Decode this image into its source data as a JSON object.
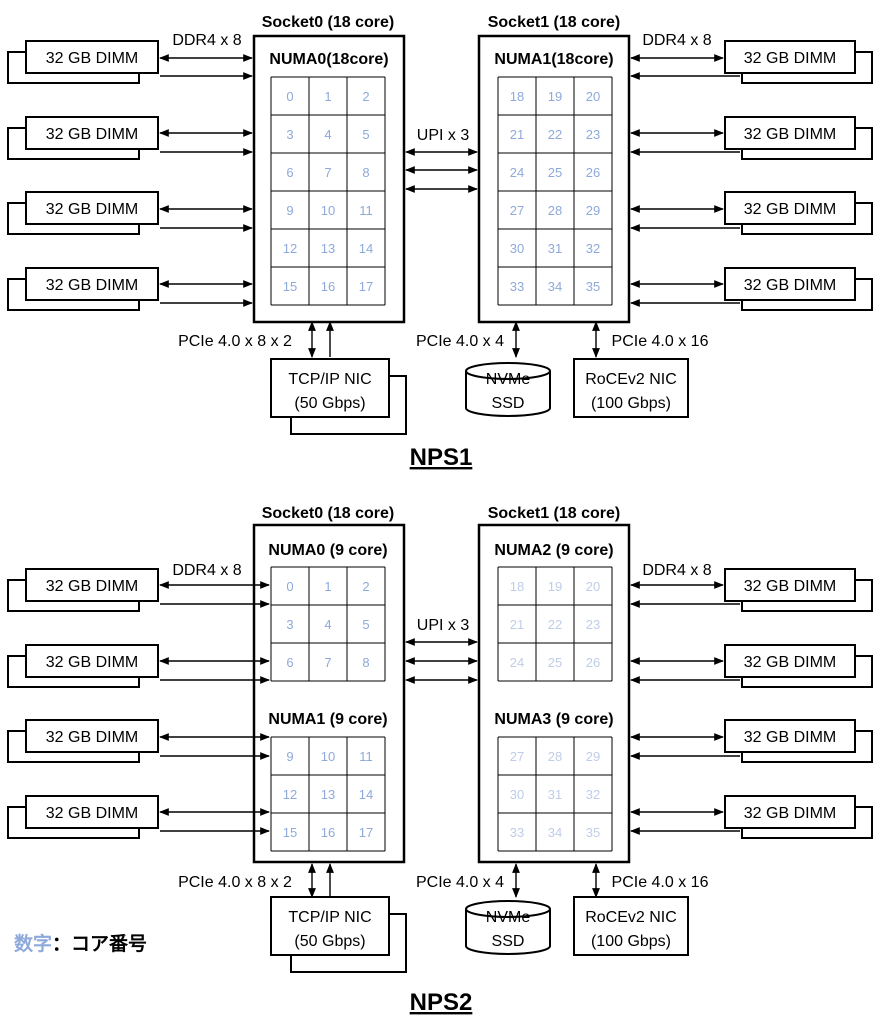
{
  "colors": {
    "core_text": "#8ea9db",
    "core_text_light": "#bfcde8",
    "stroke": "#000000"
  },
  "labels": {
    "ddr": "DDR4 x 8",
    "upi": "UPI x 3",
    "dimm": "32 GB DIMM",
    "pcie_nic": "PCIe 4.0 x 8 x 2",
    "pcie_ssd": "PCIe 4.0 x 4",
    "pcie_roce": "PCIe 4.0 x 16",
    "nic_line1": "TCP/IP NIC",
    "nic_line2": "(50 Gbps)",
    "ssd_line1": "NVMe",
    "ssd_line2": "SSD",
    "roce_line1": "RoCEv2 NIC",
    "roce_line2": "(100 Gbps)",
    "legend_key": "数字",
    "legend_rest": "：コア番号"
  },
  "nps1": {
    "title": "NPS1",
    "socket0": "Socket0 (18 core)",
    "socket1": "Socket1 (18 core)",
    "numa_left": "NUMA0(18core)",
    "numa_right": "NUMA1(18core)",
    "cores_left": [
      "0",
      "1",
      "2",
      "3",
      "4",
      "5",
      "6",
      "7",
      "8",
      "9",
      "10",
      "11",
      "12",
      "13",
      "14",
      "15",
      "16",
      "17"
    ],
    "cores_right": [
      "18",
      "19",
      "20",
      "21",
      "22",
      "23",
      "24",
      "25",
      "26",
      "27",
      "28",
      "29",
      "30",
      "31",
      "32",
      "33",
      "34",
      "35"
    ]
  },
  "nps2": {
    "title": "NPS2",
    "socket0": "Socket0 (18 core)",
    "socket1": "Socket1 (18 core)",
    "numa0": "NUMA0 (9 core)",
    "numa1": "NUMA1 (9 core)",
    "numa2": "NUMA2 (9 core)",
    "numa3": "NUMA3 (9 core)",
    "cores_numa0": [
      "0",
      "1",
      "2",
      "3",
      "4",
      "5",
      "6",
      "7",
      "8"
    ],
    "cores_numa1": [
      "9",
      "10",
      "11",
      "12",
      "13",
      "14",
      "15",
      "16",
      "17"
    ],
    "cores_numa2": [
      "18",
      "19",
      "20",
      "21",
      "22",
      "23",
      "24",
      "25",
      "26"
    ],
    "cores_numa3": [
      "27",
      "28",
      "29",
      "30",
      "31",
      "32",
      "33",
      "34",
      "35"
    ]
  }
}
